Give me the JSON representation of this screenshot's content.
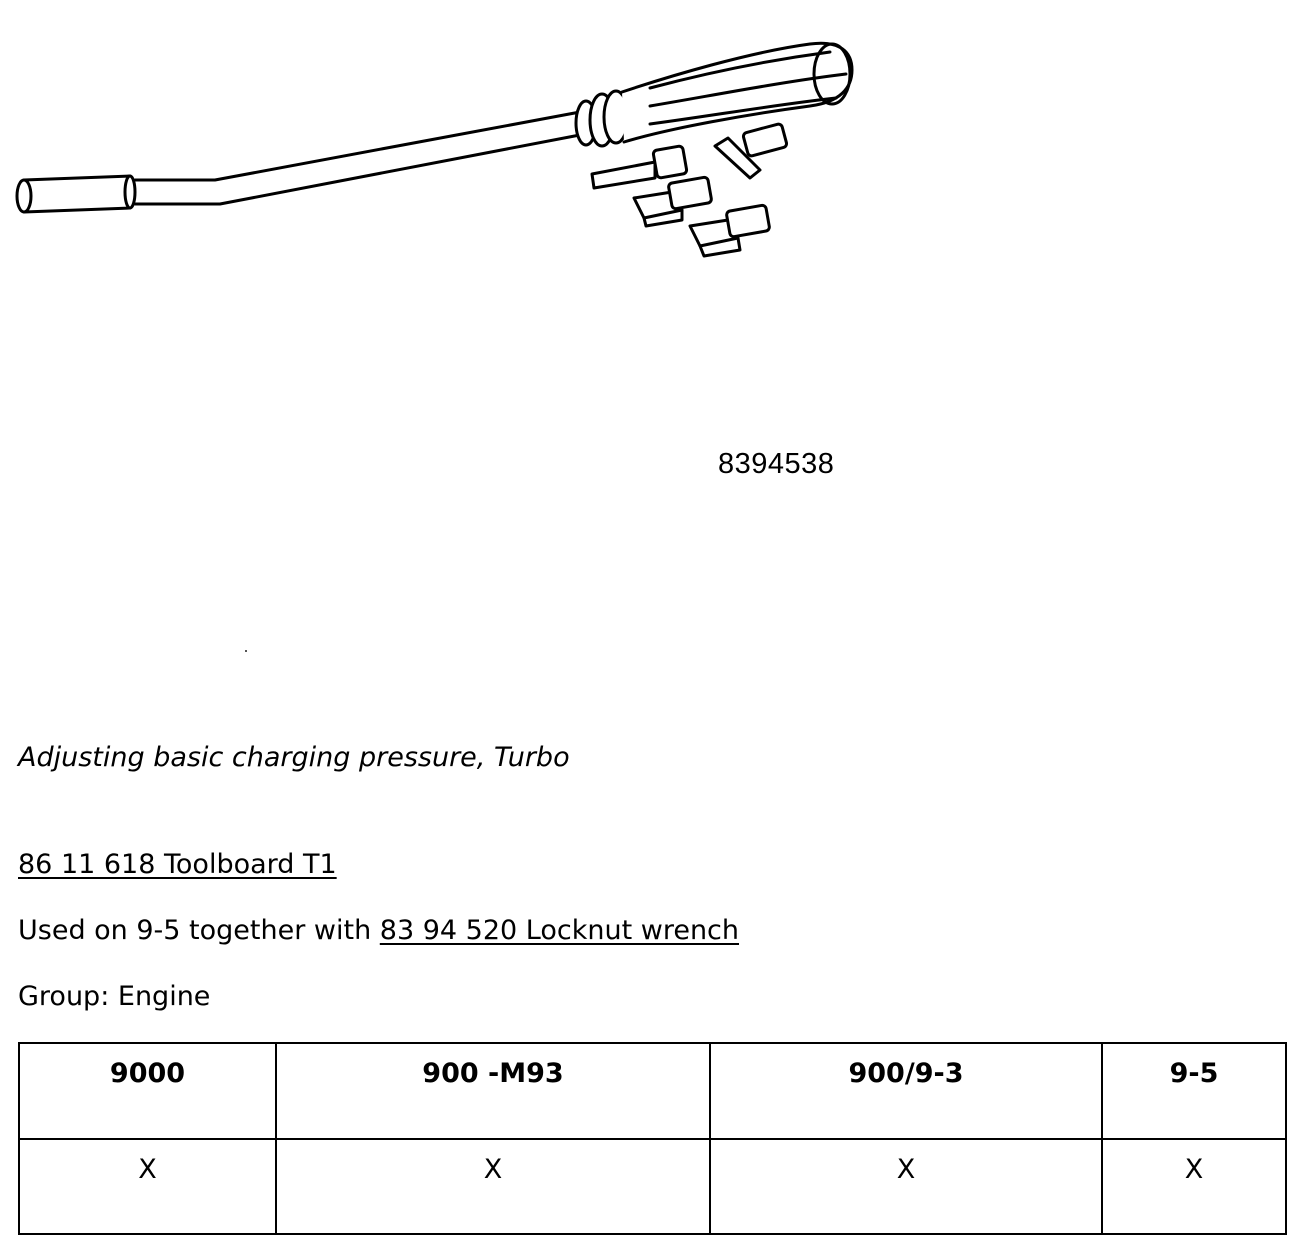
{
  "tool": {
    "part_number": "8394538",
    "image_name": "screwdriver-with-adapters-illustration"
  },
  "description": "Adjusting basic charging pressure, Turbo",
  "toolboard": {
    "link_text": "86 11 618 Toolboard T1"
  },
  "used_on": {
    "prefix": "Used on 9-5 together with ",
    "link_text": "83 94 520 Locknut wrench"
  },
  "group": {
    "text": "Group: Engine"
  },
  "models_table": {
    "headers": [
      "9000",
      "900 -M93",
      "900/9-3",
      "9-5"
    ],
    "values": [
      "X",
      "X",
      "X",
      "X"
    ]
  }
}
